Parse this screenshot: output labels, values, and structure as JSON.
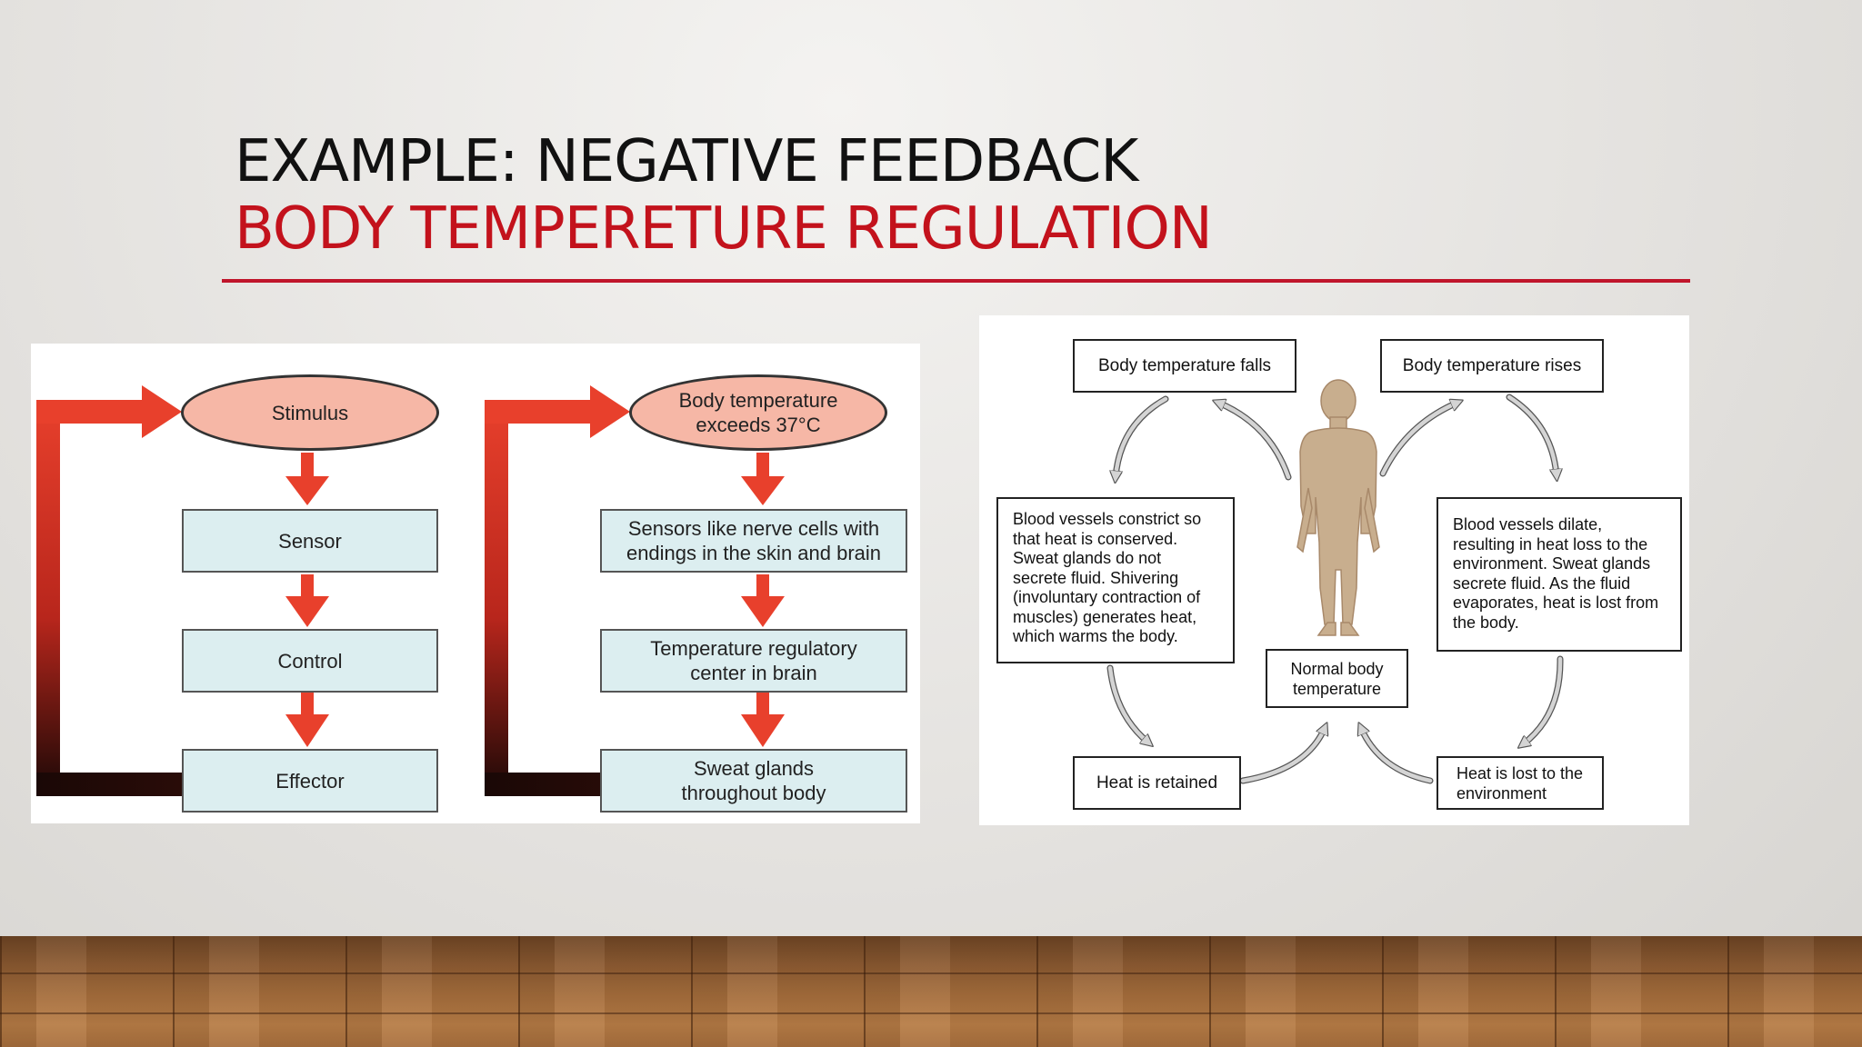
{
  "slide": {
    "title_line1": "EXAMPLE: NEGATIVE FEEDBACK",
    "title_line2": "BODY TEMPERETURE REGULATION",
    "colors": {
      "title_accent": "#c3121c",
      "rule": "#c0152b",
      "arrow_red": "#e8402c",
      "box_fill": "#dceef0",
      "oval_fill": "#f6b7a6"
    }
  },
  "left_diagram": {
    "generic": {
      "stimulus": "Stimulus",
      "sensor": "Sensor",
      "control": "Control",
      "effector": "Effector"
    },
    "example": {
      "stimulus": "Body temperature exceeds 37°C",
      "sensor": "Sensors like nerve cells with endings in the skin and brain",
      "control": "Temperature regulatory center in brain",
      "effector": "Sweat glands throughout body"
    }
  },
  "right_diagram": {
    "falls": "Body temperature falls",
    "rises": "Body temperature rises",
    "constrict": "Blood vessels constrict so that heat is conserved. Sweat glands do not secrete fluid. Shivering (involuntary contraction of muscles) generates heat, which warms the body.",
    "dilate": "Blood vessels dilate, resulting in heat loss to the environment. Sweat glands secrete fluid. As the fluid evaporates, heat is lost from the body.",
    "normal": "Normal body temperature",
    "retained": "Heat is retained",
    "lost": "Heat is lost to the environment",
    "icon": "human-body-icon"
  }
}
